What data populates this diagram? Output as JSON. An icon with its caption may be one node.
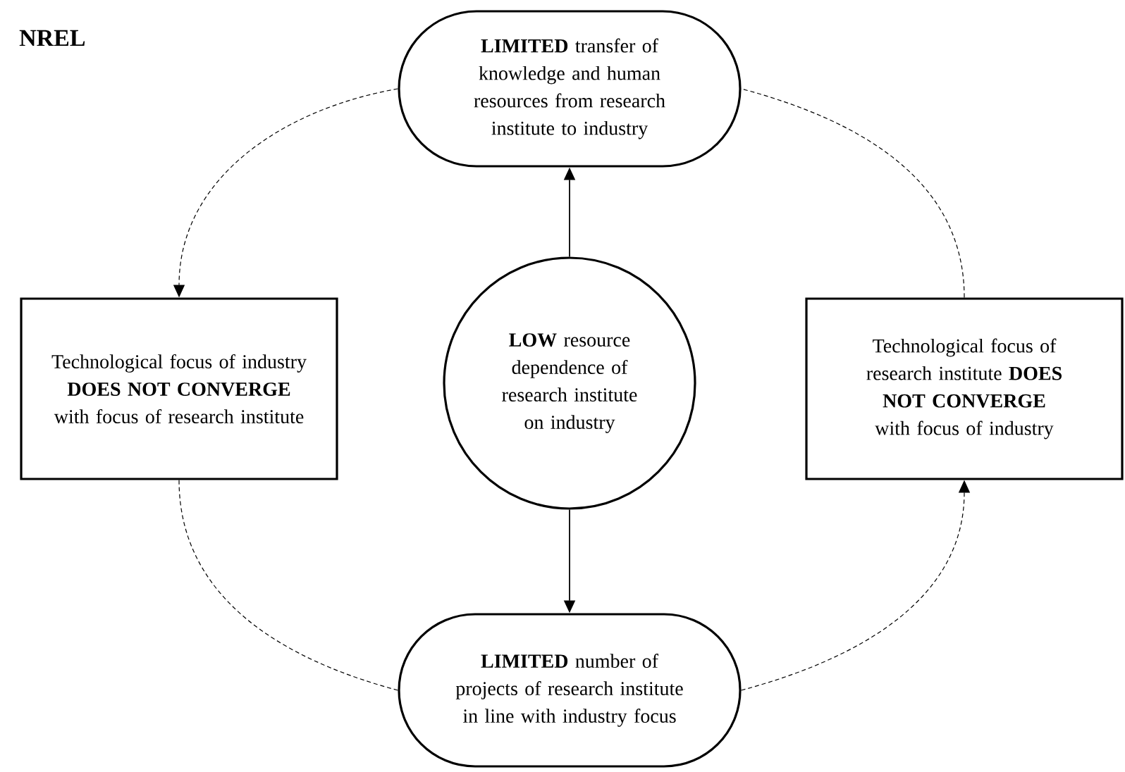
{
  "diagram": {
    "nodes": [
      {
        "text": [
          "**LIMITED** transfer of knowledge and human resources from research institute to industry"
        ]
      },
      {
        "text": [
          "Technological focus of industry **DOES NOT CONVERGE** with focus of research institute"
        ]
      },
      {
        "text": [
          "**LOW** resource dependence of research institute on industry"
        ]
      },
      {
        "text": [
          "Technological focus of research institute **DOES NOT CONVERGE** with focus of industry"
        ]
      },
      {
        "text": [
          "**LIMITED** number of projects of research institute in line with industry focus"
        ]
      }
    ],
    "edges": [
      {
        "from": 2,
        "to": 0,
        "arrow": "to"
      },
      {
        "from": 2,
        "to": 4,
        "arrow": "to"
      },
      {
        "from": 0,
        "to": 1,
        "arrow": "to",
        "style": "dashed"
      },
      {
        "from": 1,
        "to": 4,
        "arrow": "none",
        "style": "dashed"
      },
      {
        "from": 4,
        "to": 3,
        "arrow": "to",
        "style": "dashed"
      },
      {
        "from": 3,
        "to": 0,
        "arrow": "none",
        "style": "dashed"
      }
    ],
    "labels": [
      "**NREL**"
    ]
  }
}
